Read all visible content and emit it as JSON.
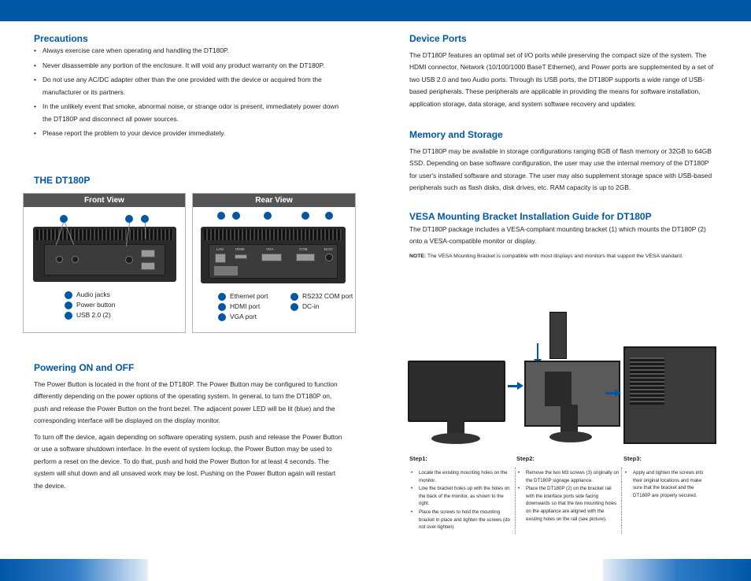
{
  "precautions": {
    "title": "Precautions",
    "items": [
      "Always exercise care when operating and handling the DT180P.",
      "Never disassemble any portion of the enclosure. It will void any product warranty on the DT180P.",
      "Do not use any AC/DC adapter other than the one provided with the device or acquired from the manufacturer or its partners.",
      "In the unlikely event that smoke, abnormal noise, or strange odor is present, immediately power down the DT180P and disconnect all power sources.",
      "Please report the problem to your device provider immediately."
    ]
  },
  "dt180p": {
    "title": "THE DT180P",
    "front": {
      "header": "Front View",
      "legend": [
        "Audio jacks",
        "Power button",
        "USB 2.0 (2)"
      ]
    },
    "rear": {
      "header": "Rear View",
      "port_labels": [
        "LAN",
        "HDMI",
        "VGA",
        "COM",
        "16.5V"
      ],
      "legend_col1": [
        "Ethernet port",
        "HDMI port",
        "VGA port"
      ],
      "legend_col2": [
        "RS232 COM port",
        "DC-in"
      ]
    }
  },
  "power": {
    "title": "Powering ON and OFF",
    "p1": "The Power Button is located in the front of the DT180P. The Power Button may be configured to function differently depending on the power options of the operating system. In general, to turn the DT180P on, push and release the Power Button on the front bezel. The adjacent power LED will be lit (blue) and the corresponding interface will be displayed on the display monitor.",
    "p2": "To turn off the device, again depending on software operating system, push and release the Power Button or use a software shutdown interface. In the event of system lockup, the Power Button may be used to perform a reset on the device. To do that, push and hold the Power Button for at least 4 seconds. The system will shut down and all unsaved work may be lost. Pushing on the Power Button again will restart the device."
  },
  "device_ports": {
    "title": "Device Ports",
    "text": "The DT180P features an optimal set of I/O ports while preserving the compact size of the system. The HDMI connector, Network (10/100/1000 BaseT Ethernet), and Power ports are supplemented by a set of two USB 2.0 and two Audio ports. Through its USB ports, the DT180P supports a wide range of USB-based peripherals. These peripherals are applicable in providing the means for software installation, application storage, data storage, and system software recovery and updates."
  },
  "memory": {
    "title": "Memory and Storage",
    "text": "The DT180P may be available in storage configurations ranging 8GB of flash memory or 32GB to 64GB SSD. Depending on base software configuration, the user may use the internal memory of the DT180P for user's installed software and storage. The user may also supplement storage space with USB-based peripherals such as flash disks, disk drives, etc. RAM capacity is up to 2GB."
  },
  "vesa": {
    "title": "VESA Mounting Bracket Installation Guide for DT180P",
    "text": "The DT180P package includes a VESA-compliant mounting bracket (1) which mounts the DT180P (2) onto a VESA-compatible monitor or display.",
    "note_label": "NOTE:",
    "note_text": " The VESA Mounting Bracket is compatible with most displays and monitors that support the VESA standard."
  },
  "steps": [
    {
      "title": "Step1:",
      "items": [
        "Locate the existing mounting holes on the monitor.",
        "Line the bracket holes up with the holes on the back of the monitor, as shown to the right.",
        "Place the screws to hold the mounting bracket in place and tighten the screws (do not over-tighten)."
      ]
    },
    {
      "title": "Step2:",
      "items": [
        "Remove the two M3 screws (3) originally on the DT180P signage appliance.",
        "Place the DT180P (2) on the bracket rail with the interface ports side facing downwards so that the two mounting holes on the appliance are aligned with the existing holes on the rail (see picture)."
      ]
    },
    {
      "title": "Step3:",
      "items": [
        "Apply and tighten the screws into their original locations and make sure that the bracket and the DT180P are properly secured."
      ]
    }
  ],
  "colors": {
    "accent": "#0057a6",
    "panel_header": "#555555"
  }
}
